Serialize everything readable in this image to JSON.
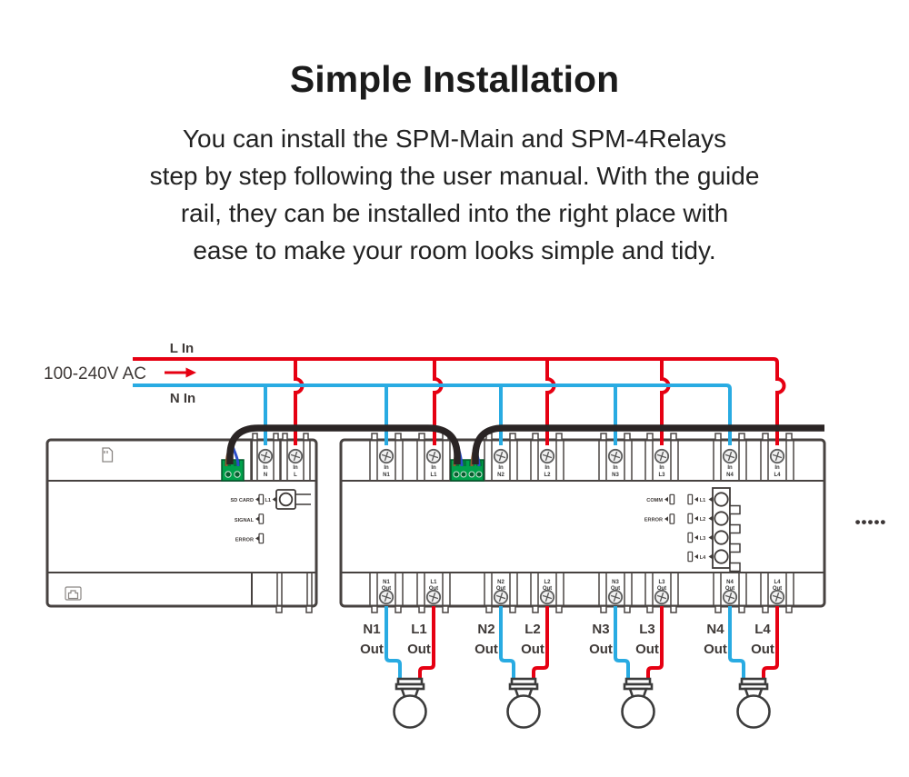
{
  "header": {
    "title": "Simple Installation",
    "lines": [
      "You can install the SPM-Main and SPM-4Relays",
      "step by step following the user manual. With the guide",
      "rail, they can be installed into the right place with",
      "ease to make your room looks simple and tidy."
    ]
  },
  "colors": {
    "live": "#e60012",
    "neutral": "#29abe2",
    "cable": "#2a2424",
    "device_outline": "#474240",
    "connector_green": "#00a14b"
  },
  "supply": {
    "live_label": "L In",
    "voltage_label": "100-240V AC",
    "neutral_label": "N In"
  },
  "main_unit": {
    "top_terminals": [
      [
        "In",
        "N"
      ],
      [
        "In",
        "L"
      ]
    ],
    "indicator_rows": [
      "SD CARD",
      "SIGNAL",
      "ERROR"
    ],
    "button_channel": "L1"
  },
  "relay_unit": {
    "top_terminals": [
      [
        "In",
        "N1"
      ],
      [
        "In",
        "L1"
      ],
      [
        "In",
        "N2"
      ],
      [
        "In",
        "L2"
      ],
      [
        "In",
        "N3"
      ],
      [
        "In",
        "L3"
      ],
      [
        "In",
        "N4"
      ],
      [
        "In",
        "L4"
      ]
    ],
    "bottom_terminals": [
      [
        "N1",
        "Out"
      ],
      [
        "L1",
        "Out"
      ],
      [
        "N2",
        "Out"
      ],
      [
        "L2",
        "Out"
      ],
      [
        "N3",
        "Out"
      ],
      [
        "L3",
        "Out"
      ],
      [
        "N4",
        "Out"
      ],
      [
        "L4",
        "Out"
      ]
    ],
    "status_rows": [
      "COMM",
      "ERROR"
    ],
    "channel_rows": [
      "L1",
      "L2",
      "L3",
      "L4"
    ]
  },
  "outputs": [
    [
      "N1",
      "Out"
    ],
    [
      "L1",
      "Out"
    ],
    [
      "N2",
      "Out"
    ],
    [
      "L2",
      "Out"
    ],
    [
      "N3",
      "Out"
    ],
    [
      "L3",
      "Out"
    ],
    [
      "N4",
      "Out"
    ],
    [
      "L4",
      "Out"
    ]
  ],
  "continuation_dots": "•••••"
}
